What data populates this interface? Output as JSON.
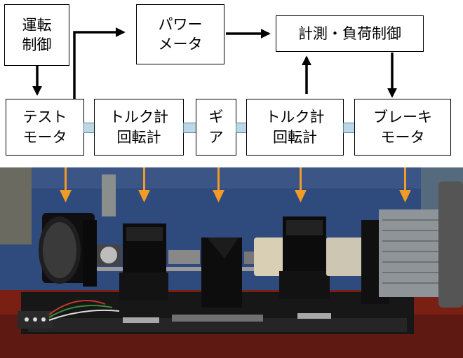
{
  "blocks": {
    "operation_control": "運転\n制御",
    "power_meter": "パワー\nメータ",
    "measurement_load_control": "計測・負荷制御",
    "test_motor": "テスト\nモータ",
    "torque_meter_1": "トルク計\n回転計",
    "gear": "ギ\nア",
    "torque_meter_2": "トルク計\n回転計",
    "brake_motor": "ブレーキ\nモータ"
  },
  "colors": {
    "arrow": "#000000",
    "pointer_arrow": "#f29b27",
    "connector_fill": "#bcd8e6",
    "wall": "#2f4a7c",
    "floor": "#7a1f14",
    "bench": "#1b1b1b"
  },
  "photo": {
    "subject": "motor test bench",
    "components": [
      "test-motor",
      "torque-meter",
      "gear",
      "torque-meter",
      "brake-motor"
    ]
  }
}
